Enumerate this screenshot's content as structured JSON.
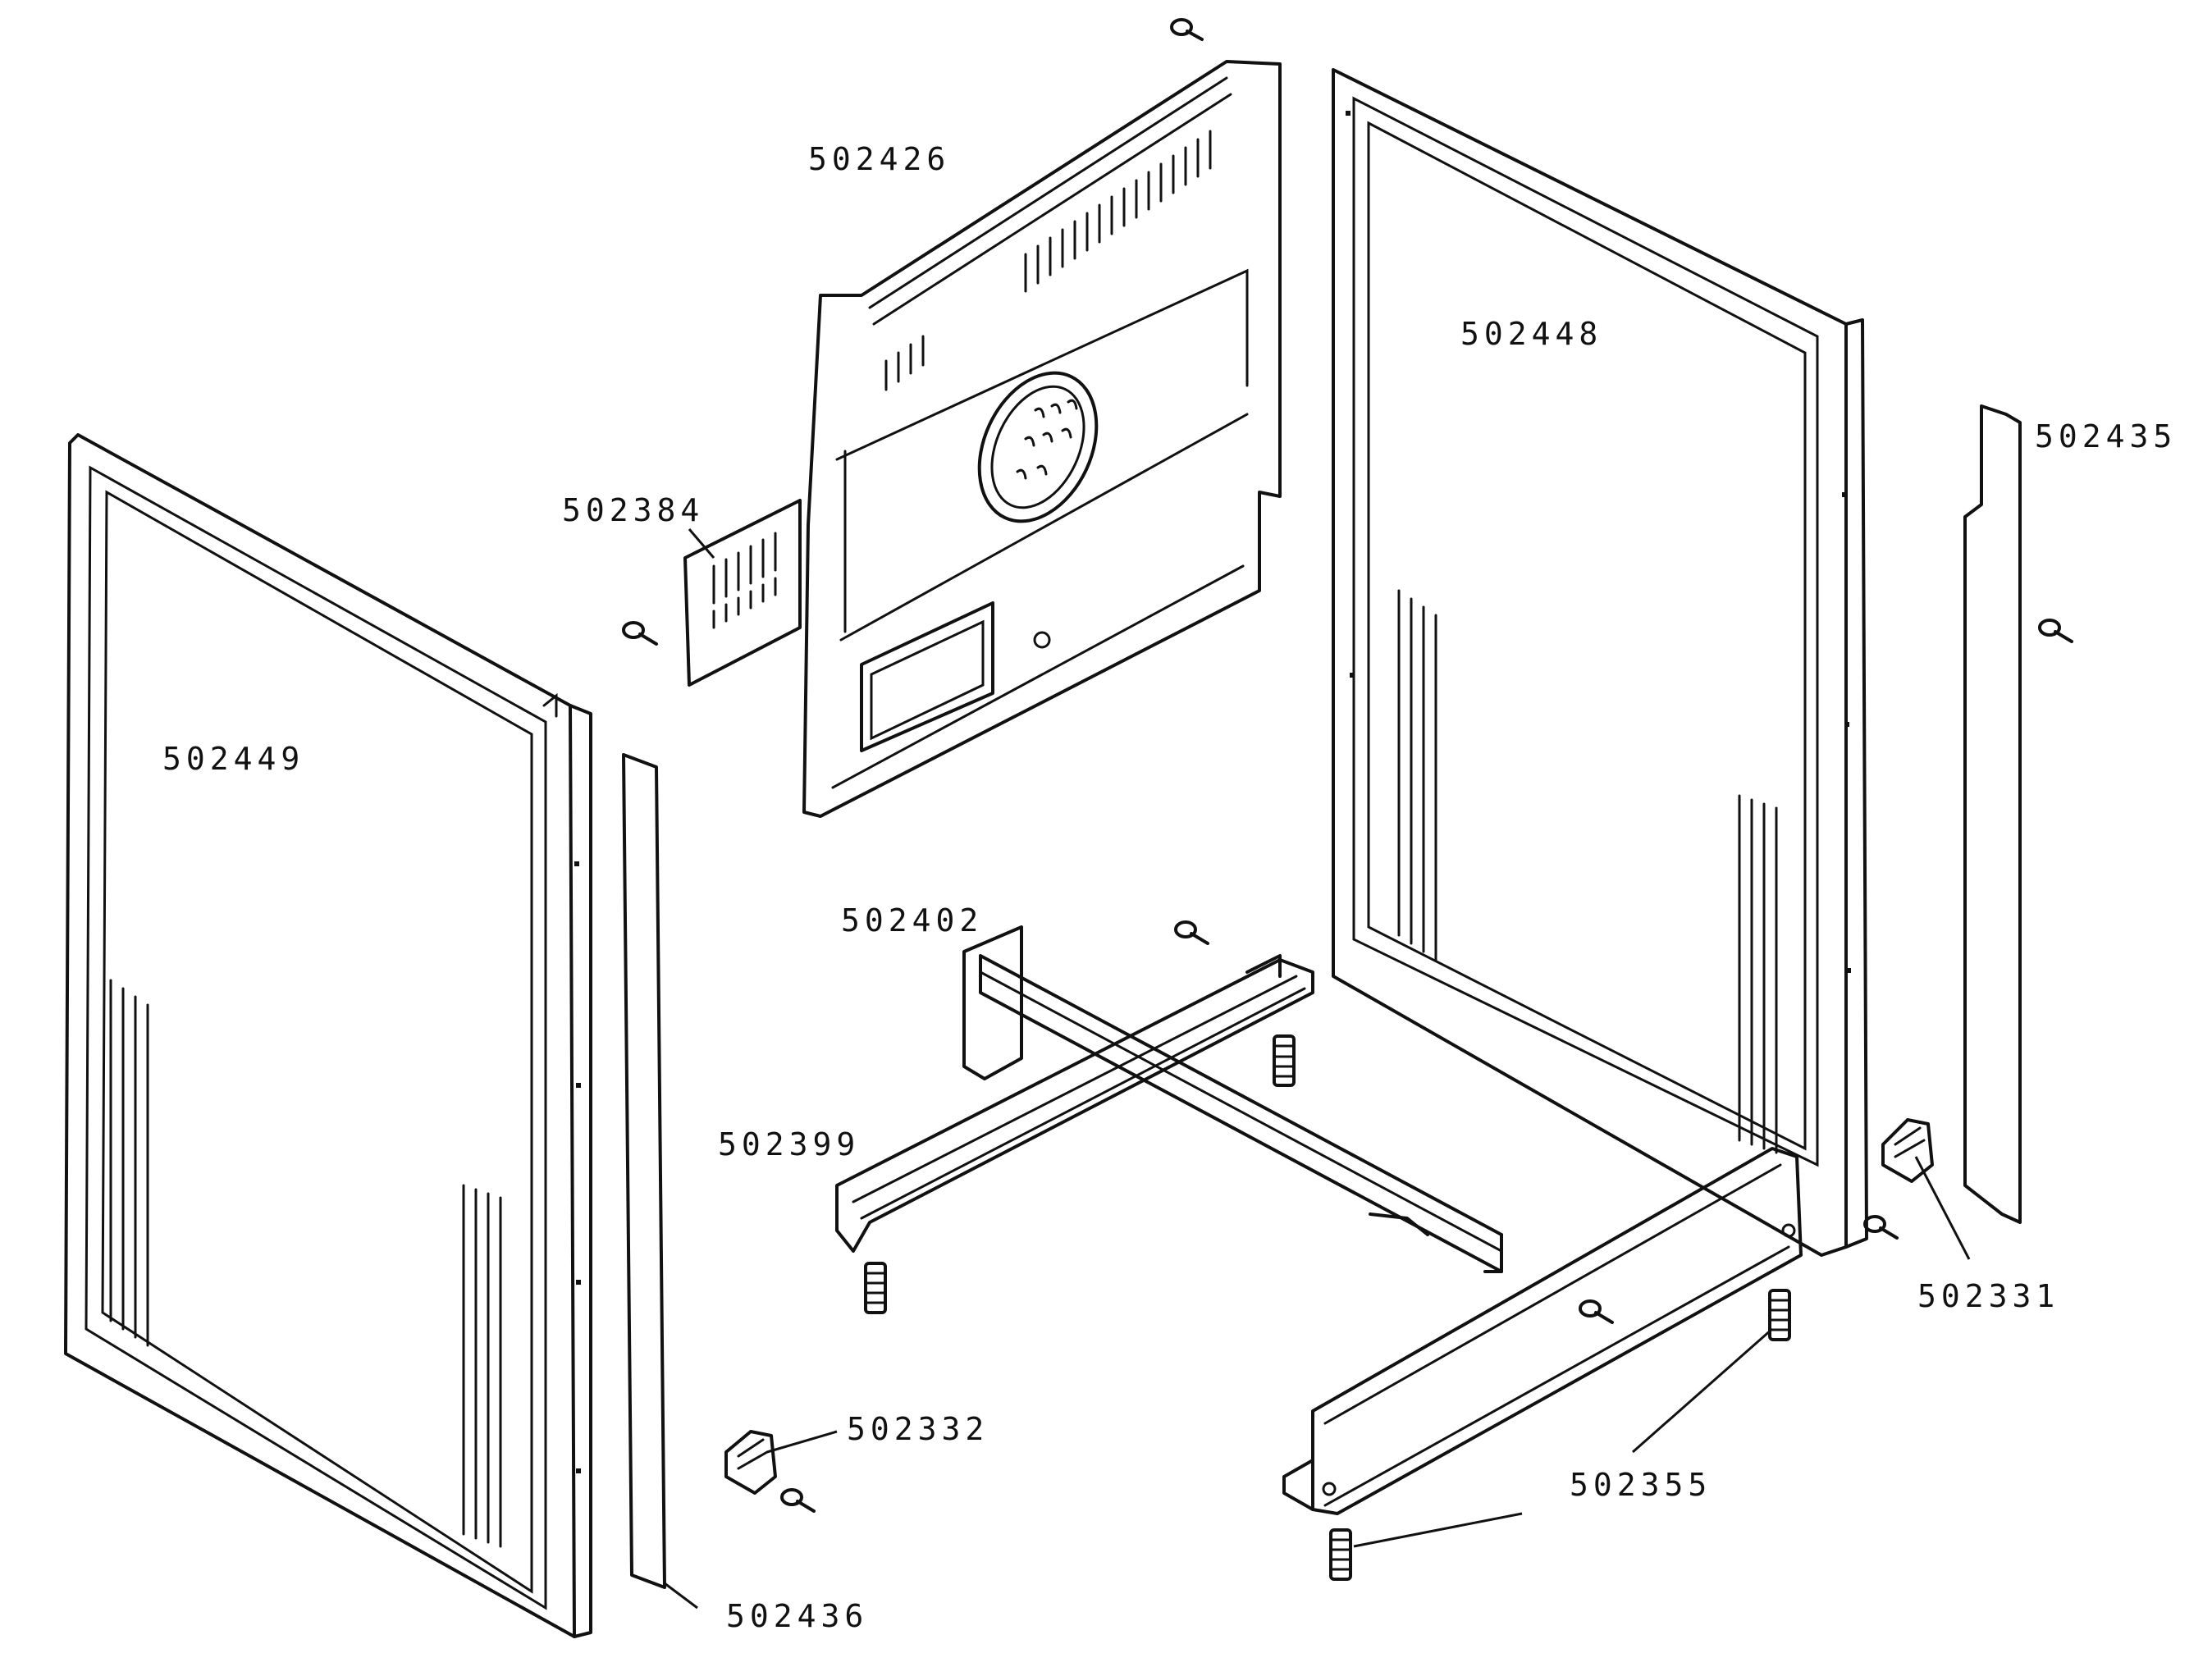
{
  "diagram": {
    "type": "exploded-parts-view",
    "part_numbers": {
      "rear_panel": "502426",
      "right_side_panel": "502448",
      "right_rear_strip": "502435",
      "vent_cover": "502384",
      "left_side_panel": "502449",
      "left_front_strip": "502436",
      "base_crossbar": "502402",
      "base_rail": "502399",
      "right_clip": "502331",
      "left_clip": "502332",
      "feet": "502355"
    }
  }
}
